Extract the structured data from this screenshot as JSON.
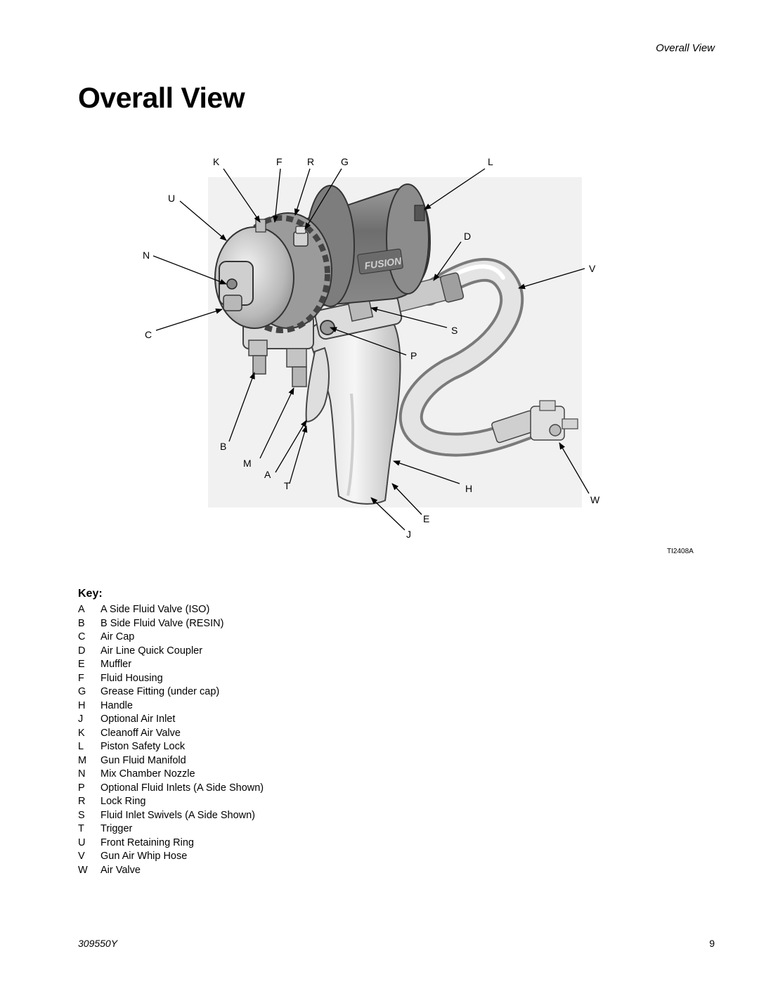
{
  "header": {
    "running_title": "Overall View"
  },
  "page_title": "Overall View",
  "figure": {
    "callouts": {
      "K": "K",
      "F": "F",
      "R": "R",
      "G": "G",
      "L": "L",
      "U": "U",
      "N": "N",
      "D": "D",
      "V": "V",
      "C": "C",
      "S": "S",
      "P": "P",
      "B": "B",
      "M": "M",
      "A": "A",
      "T": "T",
      "H": "H",
      "W": "W",
      "E": "E",
      "J": "J"
    },
    "figure_id": "TI2408A",
    "brand_mark": "FUSION"
  },
  "key": {
    "title": "Key:",
    "items": [
      {
        "letter": "A",
        "label": "A Side Fluid Valve (ISO)"
      },
      {
        "letter": "B",
        "label": "B Side Fluid Valve (RESIN)"
      },
      {
        "letter": "C",
        "label": "Air Cap"
      },
      {
        "letter": "D",
        "label": "Air Line Quick Coupler"
      },
      {
        "letter": "E",
        "label": "Muffler"
      },
      {
        "letter": "F",
        "label": "Fluid Housing"
      },
      {
        "letter": "G",
        "label": "Grease Fitting (under cap)"
      },
      {
        "letter": "H",
        "label": "Handle"
      },
      {
        "letter": "J",
        "label": "Optional Air Inlet"
      },
      {
        "letter": "K",
        "label": "Cleanoff Air Valve"
      },
      {
        "letter": "L",
        "label": "Piston Safety Lock"
      },
      {
        "letter": "M",
        "label": "Gun Fluid Manifold"
      },
      {
        "letter": "N",
        "label": "Mix Chamber Nozzle"
      },
      {
        "letter": "P",
        "label": "Optional Fluid Inlets (A Side Shown)"
      },
      {
        "letter": "R",
        "label": "Lock Ring"
      },
      {
        "letter": "S",
        "label": "Fluid Inlet Swivels (A Side Shown)"
      },
      {
        "letter": "T",
        "label": "Trigger"
      },
      {
        "letter": "U",
        "label": "Front Retaining Ring"
      },
      {
        "letter": "V",
        "label": "Gun Air Whip Hose"
      },
      {
        "letter": "W",
        "label": "Air Valve"
      }
    ]
  },
  "footer": {
    "doc_number": "309550Y",
    "page_number": "9"
  }
}
